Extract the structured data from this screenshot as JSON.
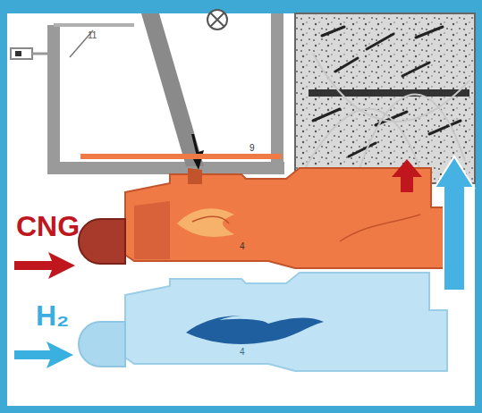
{
  "diagram": {
    "labels": [
      "11",
      "9",
      "CNG",
      "4",
      "H₂",
      "4"
    ]
  }
}
